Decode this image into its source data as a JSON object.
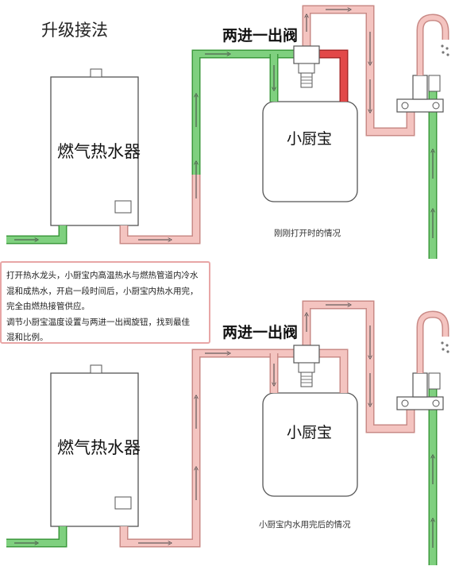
{
  "title": "升级接法",
  "colors": {
    "cold_pipe": "#7fd07f",
    "cold_pipe_edge": "#3c9a3c",
    "warm_pipe": "#f4c4c0",
    "warm_pipe_edge": "#c98a86",
    "hot_pipe": "#e24848",
    "note_border": "#e8a6a6"
  },
  "panel_top": {
    "heater_label": "燃气热水器",
    "kitchen_label": "小厨宝",
    "valve_label": "两进一出阀",
    "caption": "刚刚打开时的情况"
  },
  "panel_bottom": {
    "heater_label": "燃气热水器",
    "kitchen_label": "小厨宝",
    "valve_label": "两进一出阀",
    "caption": "小厨宝内水用完后的情况"
  },
  "note": {
    "lines": [
      "打开热水龙头，小厨宝内高温热水与燃热管道内冷水",
      "混和成热水，开启一段时间后，小厨宝内热水用完，",
      "完全由燃热接管供应。",
      "调节小厨宝温度设置与两进一出阀旋钮，找到最佳",
      "混和比例。"
    ]
  }
}
